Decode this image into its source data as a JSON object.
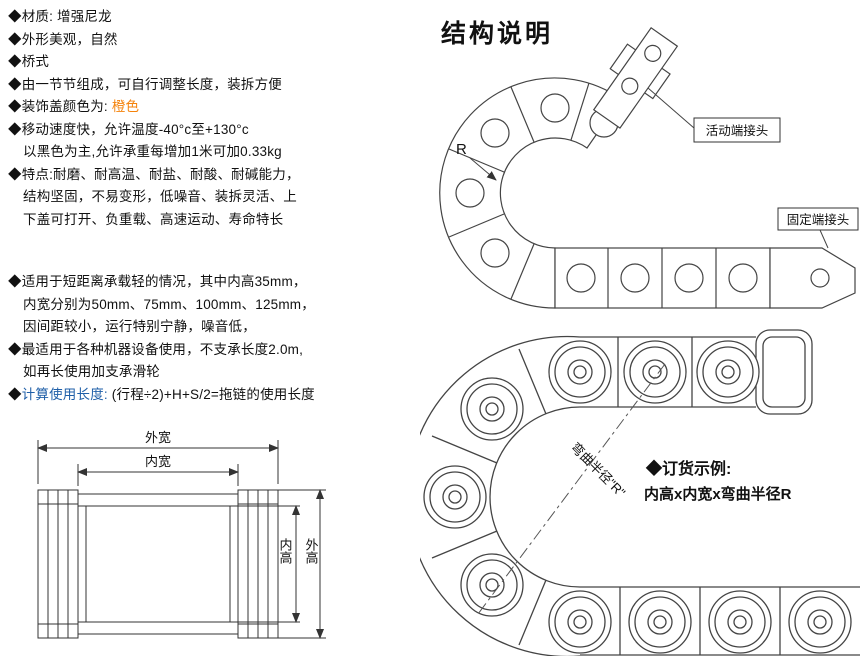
{
  "page": {
    "title": "结构说明"
  },
  "specs": {
    "l01": "◆材质: 增强尼龙",
    "l02": "◆外形美观，自然",
    "l03": "◆桥式",
    "l04": "◆由一节节组成，可自行调整长度，装拆方便",
    "l05a": "◆装饰盖颜色为: ",
    "l05b": "橙色",
    "l06": "◆移动速度快，允许温度-40°c至+130°c",
    "l07": "以黑色为主,允许承重每增加1米可加0.33kg",
    "l08": "◆特点:耐磨、耐高温、耐盐、耐酸、耐碱能力，",
    "l09": "结构坚固，不易变形，低噪音、装拆灵活、上",
    "l10": "下盖可打开、负重载、高速运动、寿命特长",
    "l11": "◆适用于短距离承载轻的情况，其中内高35mm，",
    "l12": "内宽分别为50mm、75mm、100mm、125mm，",
    "l13": "因间距较小，运行特别宁静，噪音低，",
    "l14": "◆最适用于各种机器设备使用，不支承长度2.0m,",
    "l15": "如再长使用加支承滑轮",
    "l16a": "◆",
    "l16b": "计算使用长度:",
    "l16c": " (行程÷2)+H+S/2=拖链的使用长度"
  },
  "top_drawing": {
    "movable_end_label": "活动端接头",
    "fixed_end_label": "固定端接头",
    "radius_mark": "R"
  },
  "bottom_drawing": {
    "bend_radius_label": "弯曲半径\"R\"",
    "order_example_title": "◆订货示例:",
    "order_example_formula": "内高x内宽x弯曲半径R"
  },
  "dimension_diagram": {
    "outer_width": "外宽",
    "inner_width": "内宽",
    "inner_height": "内高",
    "outer_height": "外高"
  },
  "colors": {
    "highlight_orange": "#f5820a",
    "formula_blue": "#1f5fa8"
  }
}
